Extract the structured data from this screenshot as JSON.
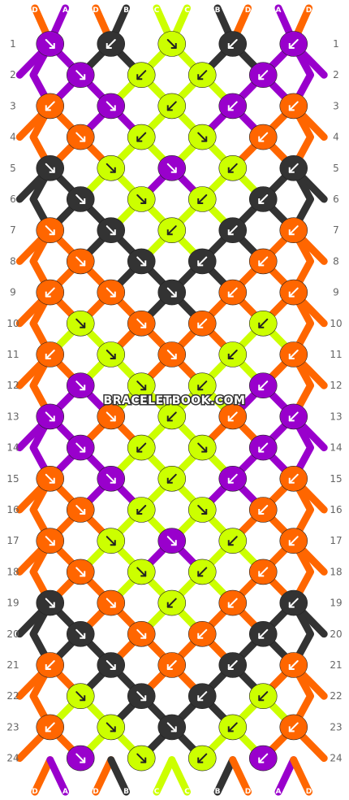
{
  "watermark": "BRACELETBOOK.COM",
  "colors": {
    "D": "#ff6600",
    "A": "#9900cc",
    "B": "#333333",
    "C": "#ccff00"
  },
  "strands": [
    "D",
    "A",
    "D",
    "B",
    "C",
    "C",
    "B",
    "D",
    "A",
    "D"
  ],
  "rows": [
    {
      "n": "1",
      "knots": [
        [
          "A",
          "se"
        ],
        [
          "B",
          "sw"
        ],
        [
          "C",
          "se"
        ],
        [
          "B",
          "sw"
        ],
        [
          "A",
          "sw"
        ]
      ]
    },
    {
      "n": "2",
      "knots": [
        [
          "A",
          "se"
        ],
        [
          "C",
          "sw"
        ],
        [
          "C",
          "sw"
        ],
        [
          "A",
          "sw"
        ]
      ]
    },
    {
      "n": "3",
      "knots": [
        [
          "D",
          "sw"
        ],
        [
          "A",
          "se"
        ],
        [
          "C",
          "sw"
        ],
        [
          "A",
          "sw"
        ],
        [
          "D",
          "sw"
        ]
      ]
    },
    {
      "n": "4",
      "knots": [
        [
          "D",
          "se"
        ],
        [
          "C",
          "sw"
        ],
        [
          "C",
          "se"
        ],
        [
          "D",
          "sw"
        ]
      ]
    },
    {
      "n": "5",
      "knots": [
        [
          "B",
          "se"
        ],
        [
          "C",
          "se"
        ],
        [
          "A",
          "se"
        ],
        [
          "C",
          "sw"
        ],
        [
          "B",
          "sw"
        ]
      ]
    },
    {
      "n": "6",
      "knots": [
        [
          "B",
          "se"
        ],
        [
          "C",
          "se"
        ],
        [
          "C",
          "sw"
        ],
        [
          "B",
          "sw"
        ]
      ]
    },
    {
      "n": "7",
      "knots": [
        [
          "D",
          "se"
        ],
        [
          "B",
          "se"
        ],
        [
          "C",
          "sw"
        ],
        [
          "B",
          "sw"
        ],
        [
          "D",
          "sw"
        ]
      ]
    },
    {
      "n": "8",
      "knots": [
        [
          "D",
          "se"
        ],
        [
          "B",
          "se"
        ],
        [
          "B",
          "sw"
        ],
        [
          "D",
          "sw"
        ]
      ]
    },
    {
      "n": "9",
      "knots": [
        [
          "D",
          "sw"
        ],
        [
          "D",
          "se"
        ],
        [
          "B",
          "se"
        ],
        [
          "D",
          "sw"
        ],
        [
          "D",
          "sw"
        ]
      ]
    },
    {
      "n": "10",
      "knots": [
        [
          "C",
          "se"
        ],
        [
          "D",
          "se"
        ],
        [
          "D",
          "sw"
        ],
        [
          "C",
          "sw"
        ]
      ]
    },
    {
      "n": "11",
      "knots": [
        [
          "D",
          "sw"
        ],
        [
          "C",
          "se"
        ],
        [
          "D",
          "se"
        ],
        [
          "C",
          "sw"
        ],
        [
          "D",
          "sw"
        ]
      ]
    },
    {
      "n": "12",
      "knots": [
        [
          "A",
          "se"
        ],
        [
          "C",
          "se"
        ],
        [
          "C",
          "sw"
        ],
        [
          "A",
          "sw"
        ]
      ]
    },
    {
      "n": "13",
      "knots": [
        [
          "A",
          "se"
        ],
        [
          "D",
          "se"
        ],
        [
          "C",
          "sw"
        ],
        [
          "D",
          "sw"
        ],
        [
          "A",
          "sw"
        ]
      ]
    },
    {
      "n": "14",
      "knots": [
        [
          "A",
          "se"
        ],
        [
          "C",
          "sw"
        ],
        [
          "C",
          "se"
        ],
        [
          "A",
          "sw"
        ]
      ]
    },
    {
      "n": "15",
      "knots": [
        [
          "D",
          "se"
        ],
        [
          "A",
          "se"
        ],
        [
          "C",
          "sw"
        ],
        [
          "A",
          "sw"
        ],
        [
          "D",
          "sw"
        ]
      ]
    },
    {
      "n": "16",
      "knots": [
        [
          "D",
          "se"
        ],
        [
          "C",
          "sw"
        ],
        [
          "C",
          "se"
        ],
        [
          "D",
          "sw"
        ]
      ]
    },
    {
      "n": "17",
      "knots": [
        [
          "D",
          "se"
        ],
        [
          "C",
          "se"
        ],
        [
          "A",
          "se"
        ],
        [
          "C",
          "sw"
        ],
        [
          "D",
          "sw"
        ]
      ]
    },
    {
      "n": "18",
      "knots": [
        [
          "D",
          "se"
        ],
        [
          "C",
          "se"
        ],
        [
          "C",
          "sw"
        ],
        [
          "D",
          "sw"
        ]
      ]
    },
    {
      "n": "19",
      "knots": [
        [
          "B",
          "se"
        ],
        [
          "D",
          "se"
        ],
        [
          "C",
          "sw"
        ],
        [
          "D",
          "sw"
        ],
        [
          "B",
          "sw"
        ]
      ]
    },
    {
      "n": "20",
      "knots": [
        [
          "B",
          "se"
        ],
        [
          "D",
          "se"
        ],
        [
          "D",
          "sw"
        ],
        [
          "B",
          "sw"
        ]
      ]
    },
    {
      "n": "21",
      "knots": [
        [
          "D",
          "sw"
        ],
        [
          "B",
          "se"
        ],
        [
          "D",
          "sw"
        ],
        [
          "B",
          "sw"
        ],
        [
          "D",
          "sw"
        ]
      ]
    },
    {
      "n": "22",
      "knots": [
        [
          "C",
          "se"
        ],
        [
          "B",
          "se"
        ],
        [
          "B",
          "sw"
        ],
        [
          "C",
          "sw"
        ]
      ]
    },
    {
      "n": "23",
      "knots": [
        [
          "D",
          "sw"
        ],
        [
          "C",
          "se"
        ],
        [
          "B",
          "se"
        ],
        [
          "C",
          "sw"
        ],
        [
          "D",
          "sw"
        ]
      ]
    },
    {
      "n": "24",
      "knots": [
        [
          "A",
          "se"
        ],
        [
          "C",
          "se"
        ],
        [
          "C",
          "sw"
        ],
        [
          "A",
          "sw"
        ]
      ]
    }
  ]
}
